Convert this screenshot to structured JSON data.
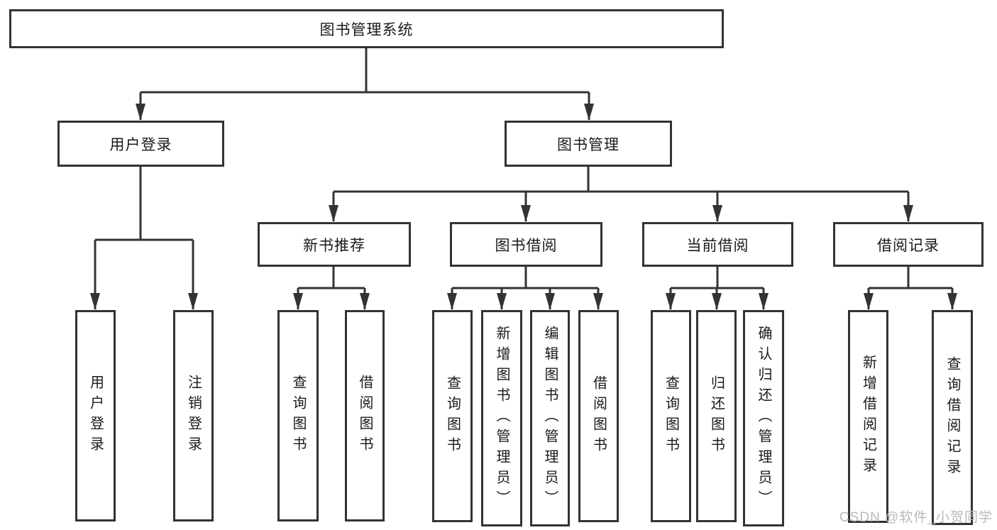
{
  "diagram_type": "hierarchy-org-chart",
  "colors": {
    "line": "#333333",
    "box_border": "#333333",
    "text": "#1a1a1a",
    "watermark": "#b9b9b9",
    "background": "#ffffff"
  },
  "nodes": {
    "root": {
      "label": "图书管理系统"
    },
    "user_login": {
      "label": "用户登录"
    },
    "book_management": {
      "label": "图书管理"
    },
    "new_book_recommend": {
      "label": "新书推荐"
    },
    "book_borrow": {
      "label": "图书借阅"
    },
    "current_borrow": {
      "label": "当前借阅"
    },
    "borrow_records": {
      "label": "借阅记录"
    },
    "leaf_user_login": {
      "label": "用户登录"
    },
    "leaf_logout": {
      "label": "注销登录"
    },
    "leaf_nbr_query_books": {
      "label": "查询图书"
    },
    "leaf_nbr_borrow_books": {
      "label": "借阅图书"
    },
    "leaf_bb_query_books": {
      "label": "查询图书"
    },
    "leaf_bb_add_books": {
      "label": "新增图书（管理员）"
    },
    "leaf_bb_edit_books": {
      "label": "编辑图书（管理员）"
    },
    "leaf_bb_borrow_books": {
      "label": "借阅图书"
    },
    "leaf_cb_query_books": {
      "label": "查询图书"
    },
    "leaf_cb_return_books": {
      "label": "归还图书"
    },
    "leaf_cb_confirm_return": {
      "label": "确认归还（管理员）"
    },
    "leaf_br_add_record": {
      "label": "新增借阅记录"
    },
    "leaf_br_query_record": {
      "label": "查询借阅记录"
    }
  },
  "tree": [
    {
      "parent": "图书管理系统",
      "children": [
        "用户登录",
        "图书管理"
      ]
    },
    {
      "parent": "用户登录",
      "children": [
        "用户登录",
        "注销登录"
      ]
    },
    {
      "parent": "图书管理",
      "children": [
        "新书推荐",
        "图书借阅",
        "当前借阅",
        "借阅记录"
      ]
    },
    {
      "parent": "新书推荐",
      "children": [
        "查询图书",
        "借阅图书"
      ]
    },
    {
      "parent": "图书借阅",
      "children": [
        "查询图书",
        "新增图书（管理员）",
        "编辑图书（管理员）",
        "借阅图书"
      ]
    },
    {
      "parent": "当前借阅",
      "children": [
        "查询图书",
        "归还图书",
        "确认归还（管理员）"
      ]
    },
    {
      "parent": "借阅记录",
      "children": [
        "新增借阅记录",
        "查询借阅记录"
      ]
    }
  ],
  "watermark": "CSDN @软件_小贺同学"
}
